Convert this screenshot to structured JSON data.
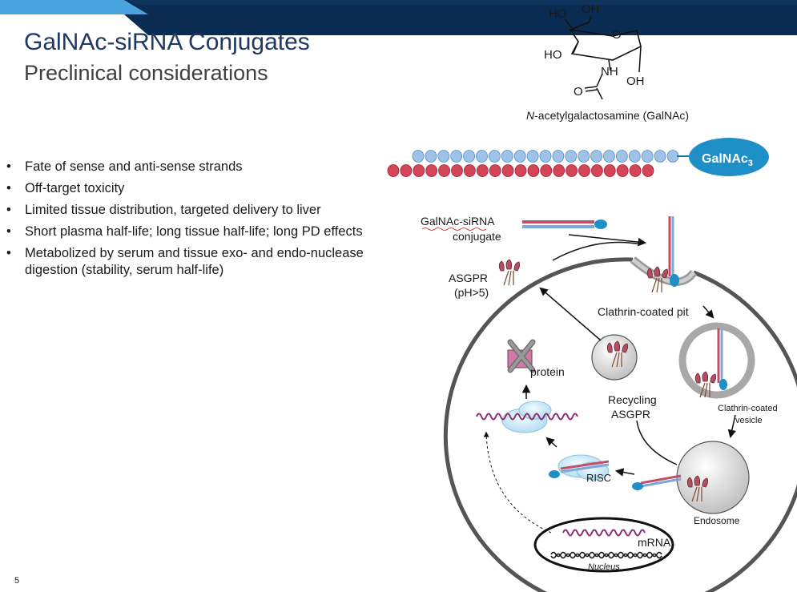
{
  "slide": {
    "title": "GalNAc-siRNA Conjugates",
    "subtitle": "Preclinical considerations",
    "page_number": "5"
  },
  "bullets": [
    "Fate of sense and anti-sense strands",
    "Off-target toxicity",
    "Limited tissue distribution, targeted delivery to liver",
    "Short plasma half-life; long tissue half-life; long PD effects",
    "Metabolized by serum and tissue exo- and endo-nuclease digestion (stability, serum half-life)"
  ],
  "molecule": {
    "groups": [
      "HO",
      "OH",
      "O",
      "HO",
      "NH",
      "OH",
      "O"
    ],
    "caption_italic": "N",
    "caption_rest": "-acetylgalactosamine (GalNAc)"
  },
  "conjugate": {
    "badge_main": "GalNAc",
    "badge_sub": "3"
  },
  "pathway": {
    "conjugate_label": [
      "GalNAc-siRNA",
      "conjugate"
    ],
    "asgpr_label": [
      "ASGPR",
      "(pH>5)"
    ],
    "pit_label": "Clathrin-coated  pit",
    "vesicle_label": [
      "Clathrin-coated",
      "vesicle"
    ],
    "recycling_label": [
      "Recycling",
      "ASGPR"
    ],
    "protein_label": "protein",
    "risc_label": "RISC",
    "endosome_label": "Endosome",
    "mrna_label": "mRNA",
    "nucleus_label": "Nucleus"
  },
  "colors": {
    "title": "#1f3864",
    "top_bar": "#0b2c52",
    "top_bar_accent": "#4aa3df",
    "sense_bead": "#9dc3e6",
    "antisense_bead": "#d64556",
    "galnac_badge": "#1f8fc8",
    "receptor": "#b05060"
  }
}
